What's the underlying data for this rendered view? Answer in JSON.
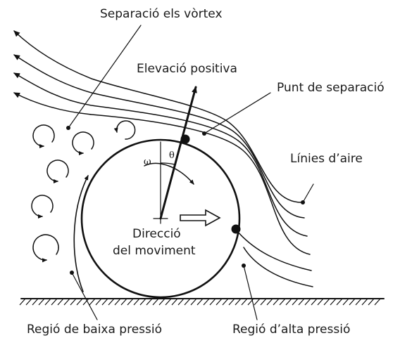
{
  "labels": {
    "vortex_separation": "Separació els vòrtex",
    "positive_lift": "Elevació positiva",
    "separation_point": "Punt de separació",
    "air_lines": "Línies d’aire",
    "direction_line1": "Direcció",
    "direction_line2": "del moviment",
    "low_pressure": "Regió de baixa pressió",
    "high_pressure": "Regió d’alta pressió",
    "omega": "ω",
    "theta": "θ"
  }
}
